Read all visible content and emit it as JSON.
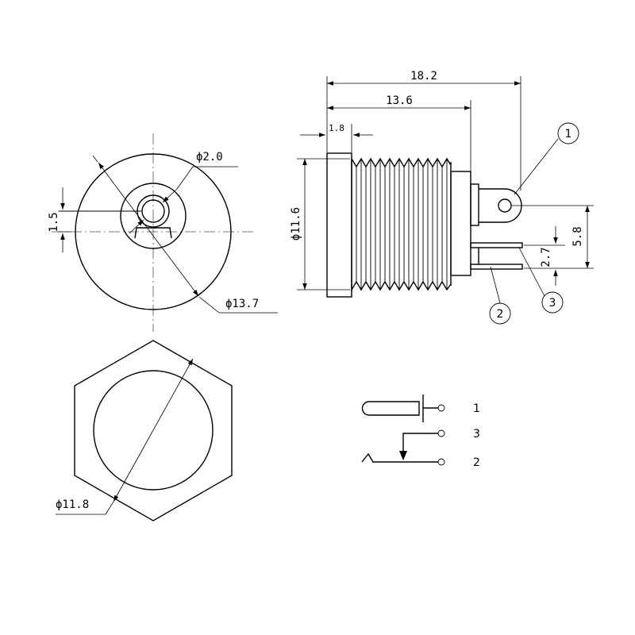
{
  "front_view": {
    "pin_dia": "ϕ2.0",
    "body_dia": "ϕ13.7",
    "pin_offset": "1.5"
  },
  "side_view": {
    "overall_length": "18.2",
    "thread_length": "13.6",
    "flange_thickness": "1.8",
    "thread_dia": "ϕ11.6",
    "lug_height": "5.8",
    "pin_spacing": "2.7",
    "callouts": [
      "1",
      "2",
      "3"
    ]
  },
  "nut_view": {
    "inner_dia": "ϕ11.8"
  },
  "schematic": {
    "terminals": [
      "1",
      "3",
      "2"
    ]
  }
}
